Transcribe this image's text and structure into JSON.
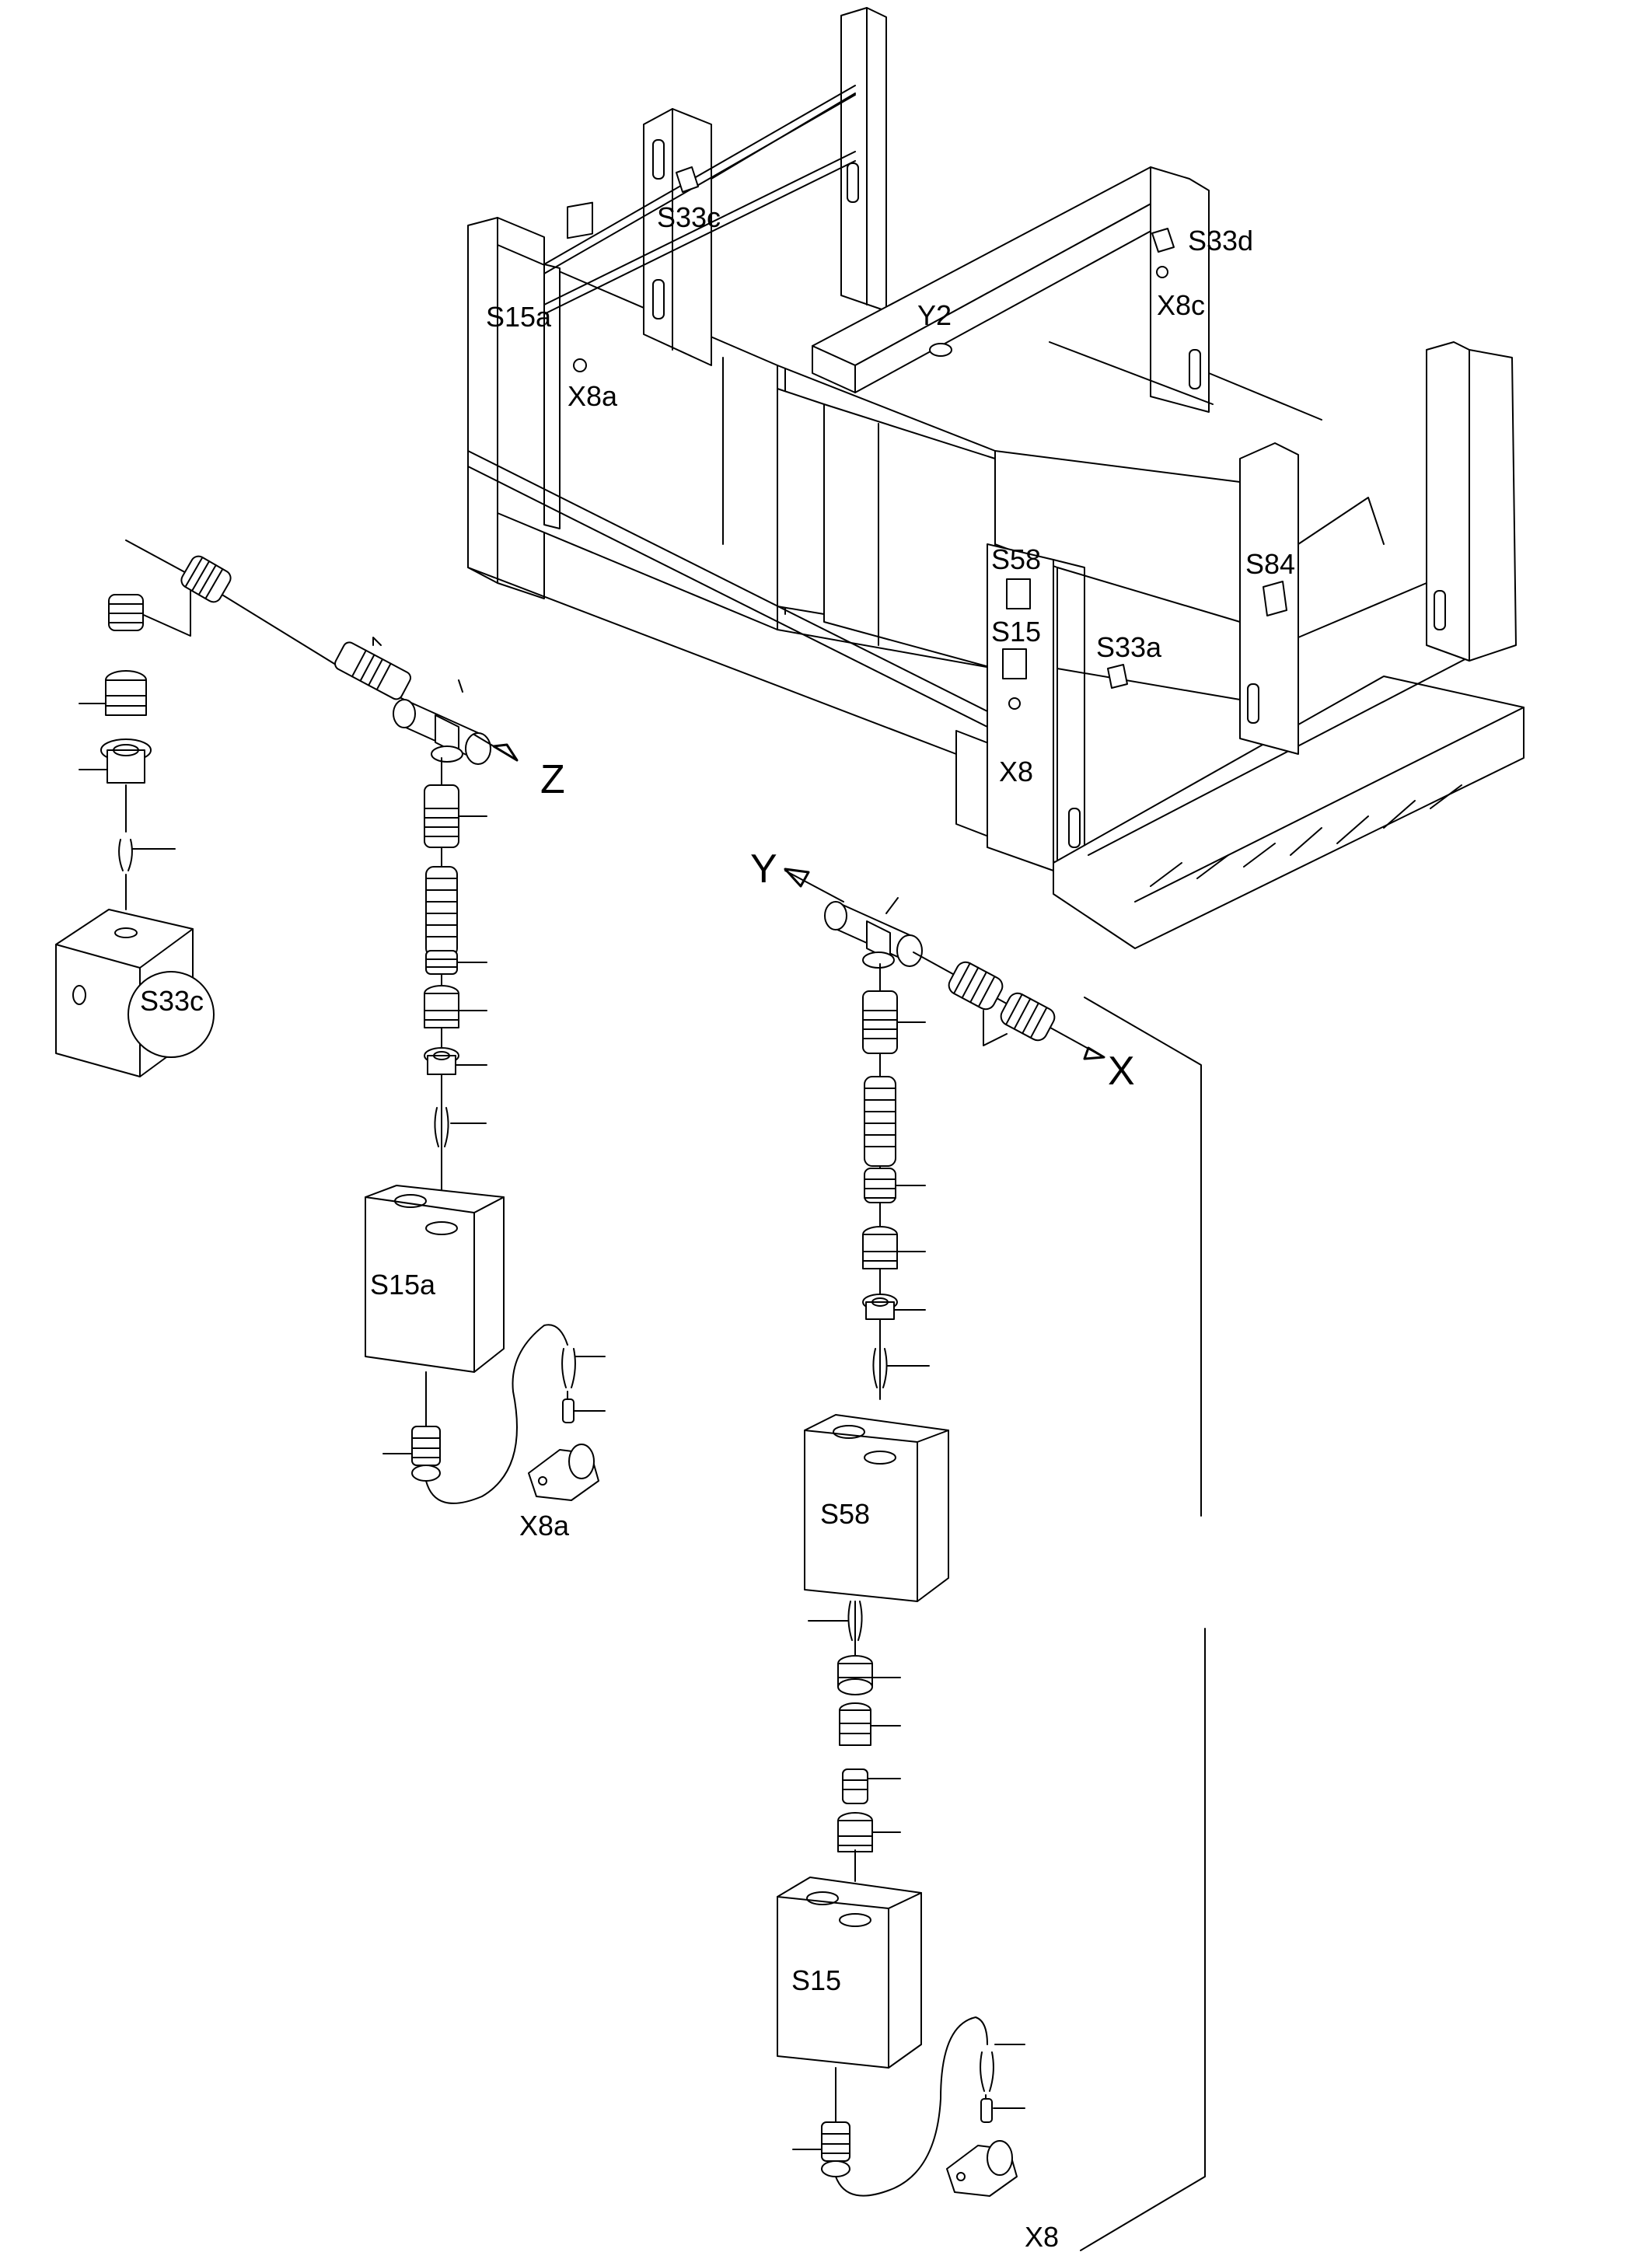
{
  "labels": {
    "s33c_top": "S33c",
    "s33d": "S33d",
    "s15a_top": "S15a",
    "y2": "Y2",
    "x8c": "X8c",
    "x8a_top": "X8a",
    "s58_top": "S58",
    "s15_top": "S15",
    "s84": "S84",
    "s33a": "S33a",
    "x8_top": "X8",
    "z": "Z",
    "y": "Y",
    "x": "X",
    "s33c_box": "S33c",
    "s15a_box": "S15a",
    "x8a_conn": "X8a",
    "s58_box": "S58",
    "s15_box": "S15",
    "x8_conn": "X8"
  }
}
